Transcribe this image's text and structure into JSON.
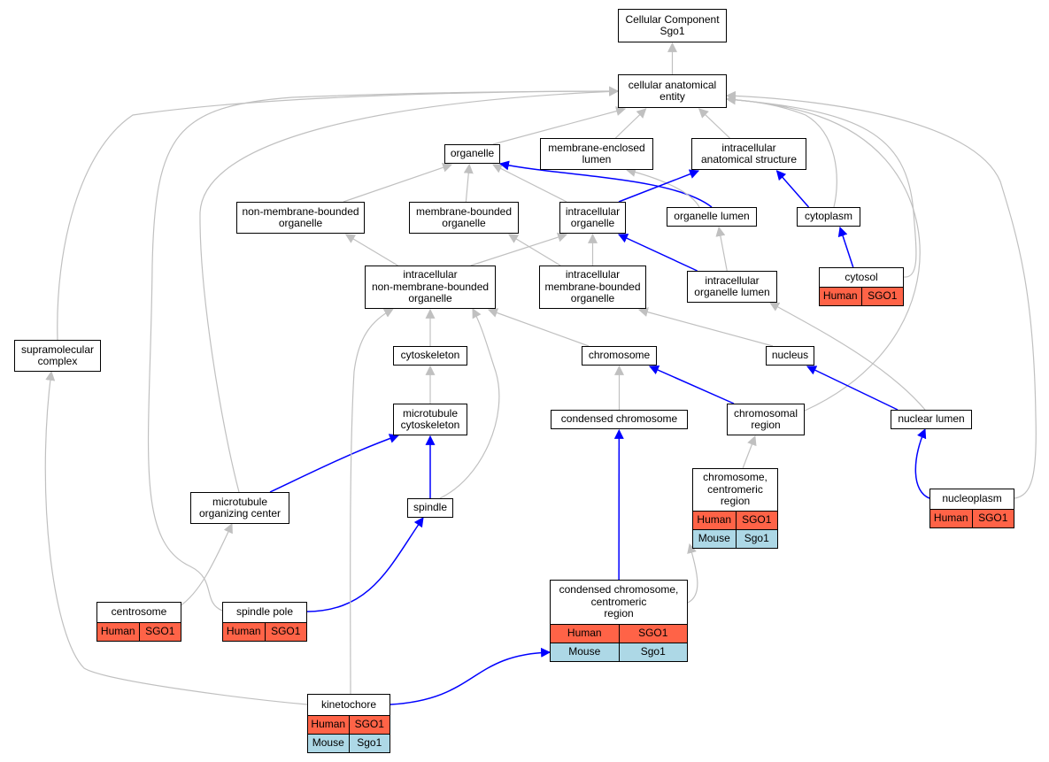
{
  "colors": {
    "is_a_edge": "#c0c0c0",
    "part_of_edge": "#0000ff",
    "human_row": "#ff6347",
    "mouse_row": "#add8e6",
    "node_border": "#000000"
  },
  "nodes": {
    "cellular_component": {
      "label": "Cellular Component\nSgo1"
    },
    "cellular_anatomical_entity": {
      "label": "cellular anatomical\nentity"
    },
    "organelle": {
      "label": "organelle"
    },
    "membrane_enclosed_lumen": {
      "label": "membrane-enclosed\nlumen"
    },
    "intracellular_anatomical_structure": {
      "label": "intracellular\nanatomical structure"
    },
    "non_membrane_bounded_organelle": {
      "label": "non-membrane-bounded\norganelle"
    },
    "membrane_bounded_organelle": {
      "label": "membrane-bounded\norganelle"
    },
    "intracellular_organelle": {
      "label": "intracellular\norganelle"
    },
    "organelle_lumen": {
      "label": "organelle lumen"
    },
    "cytoplasm": {
      "label": "cytoplasm"
    },
    "cytosol": {
      "label": "cytosol",
      "annotations": [
        {
          "species": "Human",
          "gene": "SGO1"
        }
      ]
    },
    "intracellular_non_membrane_bounded_organelle": {
      "label": "intracellular\nnon-membrane-bounded\norganelle"
    },
    "intracellular_membrane_bounded_organelle": {
      "label": "intracellular\nmembrane-bounded\norganelle"
    },
    "intracellular_organelle_lumen": {
      "label": "intracellular\norganelle lumen"
    },
    "supramolecular_complex": {
      "label": "supramolecular\ncomplex"
    },
    "cytoskeleton": {
      "label": "cytoskeleton"
    },
    "chromosome": {
      "label": "chromosome"
    },
    "nucleus": {
      "label": "nucleus"
    },
    "microtubule_cytoskeleton": {
      "label": "microtubule\ncytoskeleton"
    },
    "condensed_chromosome": {
      "label": "condensed chromosome"
    },
    "chromosomal_region": {
      "label": "chromosomal\nregion"
    },
    "nuclear_lumen": {
      "label": "nuclear lumen"
    },
    "chromosome_centromeric_region": {
      "label": "chromosome,\ncentromeric\nregion",
      "annotations": [
        {
          "species": "Human",
          "gene": "SGO1"
        },
        {
          "species": "Mouse",
          "gene": "Sgo1"
        }
      ]
    },
    "microtubule_organizing_center": {
      "label": "microtubule\norganizing center"
    },
    "spindle": {
      "label": "spindle"
    },
    "nucleoplasm": {
      "label": "nucleoplasm",
      "annotations": [
        {
          "species": "Human",
          "gene": "SGO1"
        }
      ]
    },
    "centrosome": {
      "label": "centrosome",
      "annotations": [
        {
          "species": "Human",
          "gene": "SGO1"
        }
      ]
    },
    "spindle_pole": {
      "label": "spindle pole",
      "annotations": [
        {
          "species": "Human",
          "gene": "SGO1"
        }
      ]
    },
    "condensed_chromosome_centromeric_region": {
      "label": "condensed chromosome,\ncentromeric\nregion",
      "annotations": [
        {
          "species": "Human",
          "gene": "SGO1"
        },
        {
          "species": "Mouse",
          "gene": "Sgo1"
        }
      ]
    },
    "kinetochore": {
      "label": "kinetochore",
      "annotations": [
        {
          "species": "Human",
          "gene": "SGO1"
        },
        {
          "species": "Mouse",
          "gene": "Sgo1"
        }
      ]
    }
  },
  "edges": [
    {
      "from": "cellular_anatomical_entity",
      "to": "cellular_component",
      "type": "is_a"
    },
    {
      "from": "organelle",
      "to": "cellular_anatomical_entity",
      "type": "is_a"
    },
    {
      "from": "membrane_enclosed_lumen",
      "to": "cellular_anatomical_entity",
      "type": "is_a"
    },
    {
      "from": "intracellular_anatomical_structure",
      "to": "cellular_anatomical_entity",
      "type": "is_a"
    },
    {
      "from": "non_membrane_bounded_organelle",
      "to": "organelle",
      "type": "is_a"
    },
    {
      "from": "membrane_bounded_organelle",
      "to": "organelle",
      "type": "is_a"
    },
    {
      "from": "intracellular_organelle",
      "to": "organelle",
      "type": "is_a"
    },
    {
      "from": "organelle_lumen",
      "to": "organelle",
      "type": "part_of"
    },
    {
      "from": "organelle_lumen",
      "to": "membrane_enclosed_lumen",
      "type": "is_a"
    },
    {
      "from": "intracellular_organelle",
      "to": "intracellular_anatomical_structure",
      "type": "part_of"
    },
    {
      "from": "cytoplasm",
      "to": "intracellular_anatomical_structure",
      "type": "part_of"
    },
    {
      "from": "cytoplasm",
      "to": "cellular_anatomical_entity",
      "type": "is_a"
    },
    {
      "from": "cytosol",
      "to": "cytoplasm",
      "type": "part_of"
    },
    {
      "from": "cytosol",
      "to": "cellular_anatomical_entity",
      "type": "is_a"
    },
    {
      "from": "intracellular_non_membrane_bounded_organelle",
      "to": "non_membrane_bounded_organelle",
      "type": "is_a"
    },
    {
      "from": "intracellular_non_membrane_bounded_organelle",
      "to": "intracellular_organelle",
      "type": "is_a"
    },
    {
      "from": "intracellular_membrane_bounded_organelle",
      "to": "membrane_bounded_organelle",
      "type": "is_a"
    },
    {
      "from": "intracellular_membrane_bounded_organelle",
      "to": "intracellular_organelle",
      "type": "is_a"
    },
    {
      "from": "intracellular_organelle_lumen",
      "to": "intracellular_organelle",
      "type": "part_of"
    },
    {
      "from": "intracellular_organelle_lumen",
      "to": "organelle_lumen",
      "type": "is_a"
    },
    {
      "from": "supramolecular_complex",
      "to": "cellular_anatomical_entity",
      "type": "is_a"
    },
    {
      "from": "cytoskeleton",
      "to": "intracellular_non_membrane_bounded_organelle",
      "type": "is_a"
    },
    {
      "from": "chromosome",
      "to": "intracellular_non_membrane_bounded_organelle",
      "type": "is_a"
    },
    {
      "from": "nucleus",
      "to": "intracellular_membrane_bounded_organelle",
      "type": "is_a"
    },
    {
      "from": "microtubule_cytoskeleton",
      "to": "cytoskeleton",
      "type": "is_a"
    },
    {
      "from": "condensed_chromosome",
      "to": "chromosome",
      "type": "is_a"
    },
    {
      "from": "chromosomal_region",
      "to": "chromosome",
      "type": "part_of"
    },
    {
      "from": "chromosomal_region",
      "to": "cellular_anatomical_entity",
      "type": "is_a"
    },
    {
      "from": "nuclear_lumen",
      "to": "nucleus",
      "type": "part_of"
    },
    {
      "from": "nuclear_lumen",
      "to": "intracellular_organelle_lumen",
      "type": "is_a"
    },
    {
      "from": "chromosome_centromeric_region",
      "to": "chromosomal_region",
      "type": "is_a"
    },
    {
      "from": "microtubule_organizing_center",
      "to": "microtubule_cytoskeleton",
      "type": "part_of"
    },
    {
      "from": "microtubule_organizing_center",
      "to": "cellular_anatomical_entity",
      "type": "is_a"
    },
    {
      "from": "spindle",
      "to": "microtubule_cytoskeleton",
      "type": "part_of"
    },
    {
      "from": "spindle",
      "to": "intracellular_non_membrane_bounded_organelle",
      "type": "is_a"
    },
    {
      "from": "nucleoplasm",
      "to": "nuclear_lumen",
      "type": "part_of"
    },
    {
      "from": "nucleoplasm",
      "to": "cellular_anatomical_entity",
      "type": "is_a"
    },
    {
      "from": "centrosome",
      "to": "microtubule_organizing_center",
      "type": "is_a"
    },
    {
      "from": "spindle_pole",
      "to": "spindle",
      "type": "part_of"
    },
    {
      "from": "spindle_pole",
      "to": "cellular_anatomical_entity",
      "type": "is_a"
    },
    {
      "from": "condensed_chromosome_centromeric_region",
      "to": "condensed_chromosome",
      "type": "part_of"
    },
    {
      "from": "condensed_chromosome_centromeric_region",
      "to": "chromosome_centromeric_region",
      "type": "is_a"
    },
    {
      "from": "kinetochore",
      "to": "condensed_chromosome_centromeric_region",
      "type": "part_of"
    },
    {
      "from": "kinetochore",
      "to": "intracellular_non_membrane_bounded_organelle",
      "type": "is_a"
    },
    {
      "from": "kinetochore",
      "to": "supramolecular_complex",
      "type": "is_a"
    }
  ]
}
